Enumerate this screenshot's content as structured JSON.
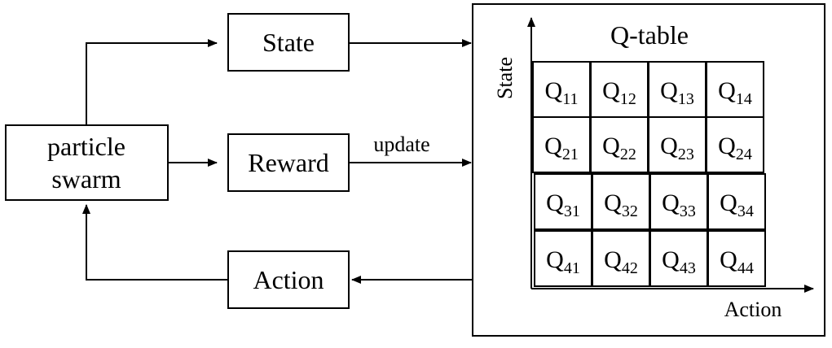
{
  "nodes": {
    "particle_swarm": {
      "line1": "particle",
      "line2": "swarm"
    },
    "state": "State",
    "reward": "Reward",
    "action": "Action"
  },
  "edge_labels": {
    "update": "update"
  },
  "qtable": {
    "title": "Q-table",
    "y_axis_label": "State",
    "x_axis_label": "Action",
    "cell_prefix": "Q",
    "cells": [
      [
        "11",
        "12",
        "13",
        "14"
      ],
      [
        "21",
        "22",
        "23",
        "24"
      ],
      [
        "31",
        "32",
        "33",
        "34"
      ],
      [
        "41",
        "42",
        "43",
        "44"
      ]
    ]
  },
  "colors": {
    "stroke": "#000000",
    "background": "#ffffff"
  }
}
